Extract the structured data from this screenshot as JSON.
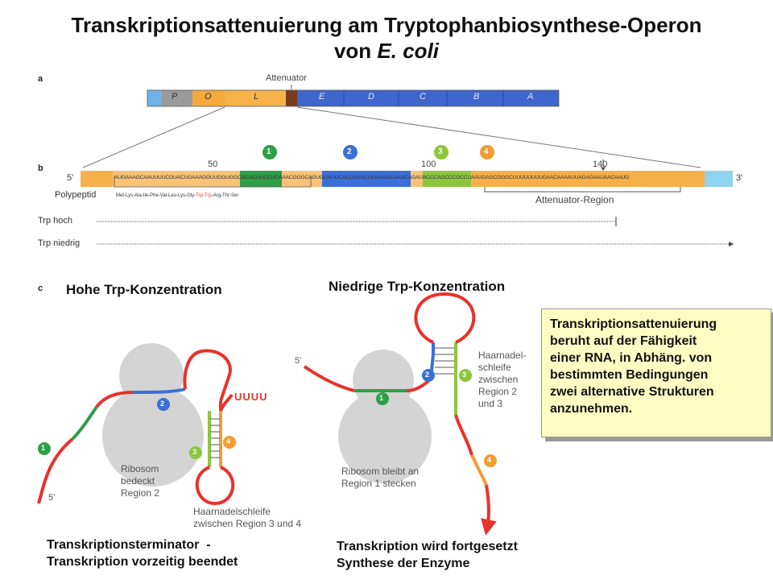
{
  "title": {
    "line1": "Transkriptionsattenuierung am Tryptophanbiosynthese-Operon",
    "line2_prefix": "von",
    "line2_italic": "E. coli"
  },
  "panel_a": {
    "label": "a",
    "attenuator": "Attenuator",
    "segments": [
      "P",
      "O",
      "L",
      "E",
      "D",
      "C",
      "B",
      "A"
    ]
  },
  "panel_b": {
    "label": "b",
    "five_prime": "5'",
    "three_prime": "3'",
    "ticks": [
      "50",
      "100",
      "140"
    ],
    "sequence": "AUGAAAGCAAUUUUCGUACUGAAAGGUUGGUGGCGCACUUCCUGAAACGGGCAGUGUAUUCACCAUGCGUAAAGCAAUCAGAUACCCAGCCCGCCUAAUGAGCGGGCUUUUUUUUGAACAAAAUUAGAGAAUAACAAUG",
    "polypeptide_label": "Polypeptid",
    "polypeptide_a": "Met-Lys-Ala-Ile-Phe-Val-Leu-Lys-Gly-",
    "polypeptide_trp": "Trp-Trp",
    "polypeptide_b": "-Arg-Thr-Ser",
    "attenuator_region": "Attenuator-Region",
    "trp_high": "Trp hoch",
    "trp_low": "Trp niedrig",
    "numbers": [
      "1",
      "2",
      "3",
      "4"
    ]
  },
  "panel_c": {
    "label": "c",
    "high_heading": "Hohe Trp-Konzentration",
    "low_heading": "Niedrige Trp-Konzentration",
    "uuuu": "UUUU",
    "left_ribosome": [
      "Ribosom",
      "bedeckt",
      "Region 2"
    ],
    "left_hairpin": [
      "Haarnadelschleife",
      "zwischen Region 3 und 4"
    ],
    "right_hairpin": [
      "Haarnadel-",
      "schleife",
      "zwischen",
      "Region 2",
      "und 3"
    ],
    "right_ribosome": [
      "Ribosom bleibt an",
      "Region 1 stecken"
    ],
    "left_bottom": [
      "Transkriptionsterminator  -",
      "Transkription vorzeitig beendet"
    ],
    "right_bottom": [
      "Transkription wird fortgesetzt",
      "Synthese der Enzyme"
    ]
  },
  "note": [
    "Transkriptionsattenuierung",
    "beruht auf der Fähigkeit",
    "einer RNA, in Abhäng. von",
    "bestimmten Bedingungen",
    "zwei alternative Strukturen",
    "anzunehmen."
  ],
  "colors": {
    "green": "#2e9e48",
    "blue": "#3a6fd8",
    "lime": "#8cc63f",
    "orange": "#f39c32",
    "red": "#e8322a",
    "gene_bar": "#3e66cc"
  }
}
